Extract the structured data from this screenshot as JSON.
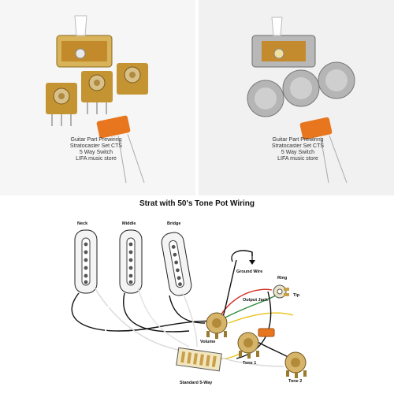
{
  "photo_left": {
    "caption": [
      "Guitar Part Prewiring",
      "Stratocaster Set CTS",
      "5 Way Switch",
      "LIFA music store"
    ]
  },
  "photo_right": {
    "caption": [
      "Guitar Part Prewiring",
      "Stratocaster Set CTS",
      "5 Way Switch",
      "LIFA music store"
    ]
  },
  "diagram": {
    "title": "Strat with 50's Tone Pot Wiring",
    "labels": {
      "neck": "Neck",
      "middle": "Middle",
      "bridge": "Bridge",
      "ground_wire": "Ground Wire",
      "ring": "Ring",
      "tip": "Tip",
      "output_jack": "Output Jack",
      "volume": "Volume",
      "tone1": "Tone 1",
      "tone2": "Tone 2",
      "switch": "Standard 5-Way"
    }
  },
  "colors": {
    "pot": "#c9a04a",
    "capacitor": "#e8761e",
    "pickup": "#f4f4f4",
    "wire_red": "#d42a1e",
    "wire_green": "#2e8b3a",
    "wire_yellow": "#e8c21a"
  }
}
